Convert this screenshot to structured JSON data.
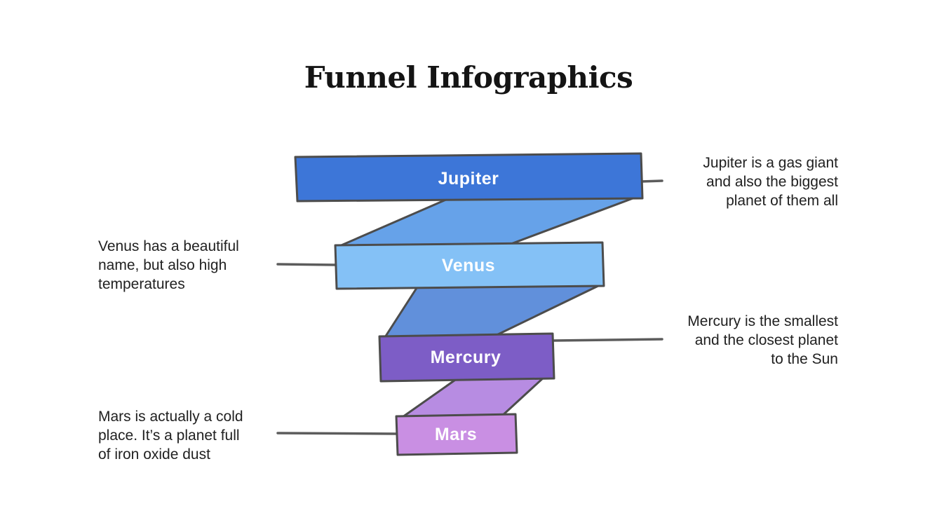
{
  "title": "Funnel Infographics",
  "funnel": {
    "stages": [
      {
        "label": "Jupiter",
        "color": "#3D76D8",
        "description": "Jupiter is a gas giant\nand also the biggest\nplanet of them all"
      },
      {
        "label": "Venus",
        "color": "#84C1F6",
        "description": "Venus has a beautiful\nname, but also high\ntemperatures"
      },
      {
        "label": "Mercury",
        "color": "#7D5DC6",
        "description": "Mercury is the smallest\nand the closest planet\nto the Sun"
      },
      {
        "label": "Mars",
        "color": "#C98FE3",
        "description": "Mars is actually a cold\nplace. It’s a planet full\nof iron oxide dust"
      }
    ],
    "connectors": [
      {
        "color": "#66A2E9"
      },
      {
        "color": "#6190DB"
      },
      {
        "color": "#B78CE2"
      }
    ]
  }
}
